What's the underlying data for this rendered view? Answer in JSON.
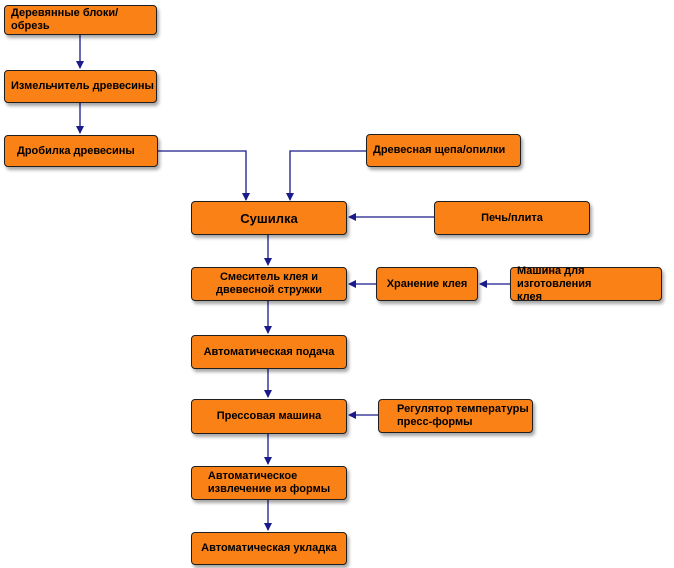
{
  "diagram": {
    "nodes": {
      "wood_blocks": "Деревянные блоки/обрезь",
      "wood_shredder": "Измельчитель древесины",
      "wood_crusher": "Дробилка древесины",
      "wood_chips_sawdust": "Древесная щепа/опилки",
      "dryer": "Сушилка",
      "furnace": "Печь/плита",
      "glue_mixer": "Смеситель клея и\nдвевесной стружки",
      "glue_storage": "Хранение клея",
      "glue_making_machine": "Машина для изготовления\nклея",
      "auto_feed": "Автоматическая подача",
      "press_machine": "Прессовая машина",
      "mold_temp_regulator": "Регулятор температуры\nпресс-формы",
      "auto_demolding": "Автоматическое\nизвлечение из формы",
      "auto_stacking": "Автоматическая укладка"
    },
    "colors": {
      "node_fill": "#fa8116",
      "node_border": "#1f1f1f",
      "connector": "#1a1a8c"
    }
  }
}
